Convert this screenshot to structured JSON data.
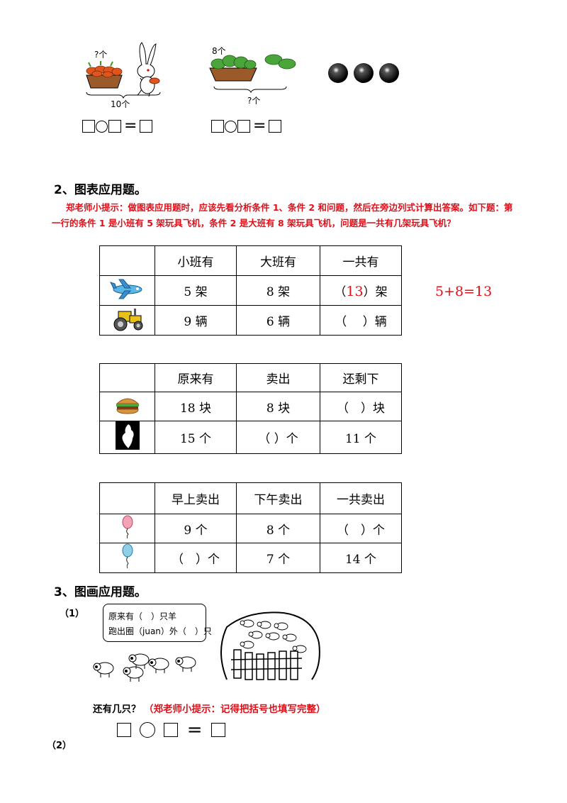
{
  "problems_top": {
    "left": {
      "top_label": "?个",
      "bottom_label": "10个"
    },
    "middle": {
      "top_label": "8个",
      "bottom_label": "?个"
    }
  },
  "section2": {
    "heading": "2、图表应用题。",
    "hint_line1": "郑老师小提示：做图表应用题时，应该先看分析条件 1、条件 2 和问题，然后在旁边列式计算出答案。如下题：第",
    "hint_line2": "一行的条件 1 是小班有 5 架玩具飞机，条件 2 是大班有 8 架玩具飞机，问题是一共有几架玩具飞机？",
    "example_equation": "5+8=13",
    "table1": {
      "headers": [
        "小班有",
        "大班有",
        "一共有"
      ],
      "row1": {
        "icon": "airplane-icon",
        "a": "5 架",
        "b": "8 架",
        "c_open": "（",
        "c_answer": "13",
        "c_close": "）架"
      },
      "row2": {
        "icon": "tractor-icon",
        "a": "9 辆",
        "b": "6 辆",
        "c": "（　 ）辆"
      }
    },
    "table2": {
      "headers": [
        "原来有",
        "卖出",
        "还剩下"
      ],
      "row1": {
        "icon": "burger-icon",
        "a": "18 块",
        "b": "8 块",
        "c": "（　）块"
      },
      "row2": {
        "icon": "silhouette-icon",
        "a": "15 个",
        "b": "（ ）个",
        "c": "11 个"
      }
    },
    "table3": {
      "headers": [
        "早上卖出",
        "下午卖出",
        "一共卖出"
      ],
      "row1": {
        "icon": "pink-balloon-icon",
        "a": "9 个",
        "b": "8 个",
        "c": "（　）个"
      },
      "row2": {
        "icon": "blue-balloon-icon",
        "a": "（　）个",
        "b": "7 个",
        "c": "14 个"
      }
    }
  },
  "section3": {
    "heading": "3、图画应用题。",
    "item1_label": "（1）",
    "box_line1": "原来有（　）只羊",
    "box_line2": "跑出圈（juan）外（　）只",
    "question": "还有几只？",
    "question_hint": "（郑老师小提示：记得把括号也填写完整）",
    "item2_label": "（2）"
  },
  "colors": {
    "hint_red": "#e0101a",
    "balloon_pink": "#f3a3b5",
    "balloon_blue": "#8fd0e8"
  }
}
